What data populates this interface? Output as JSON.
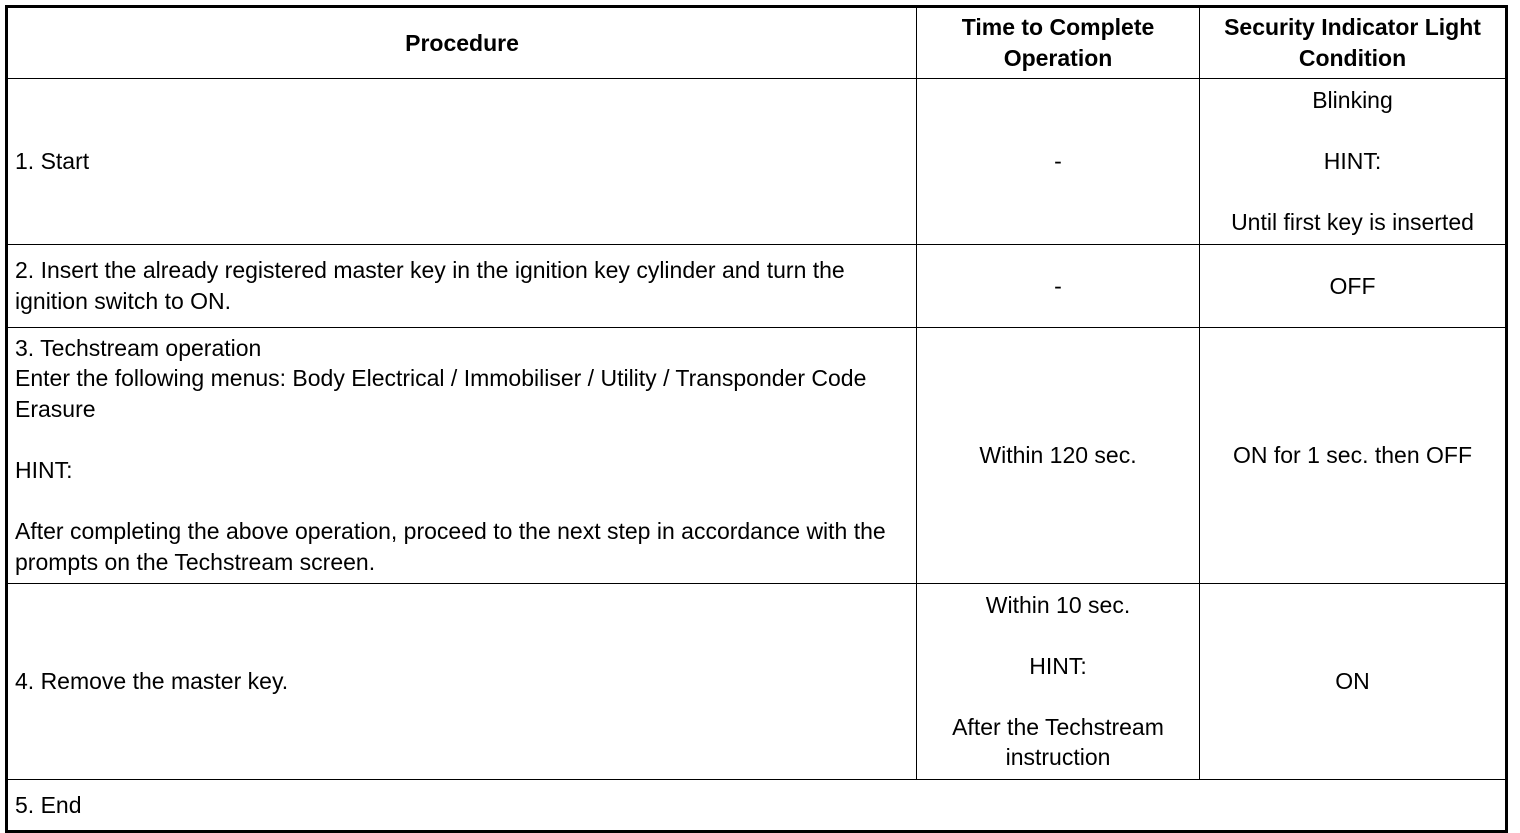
{
  "table": {
    "headers": [
      {
        "label": "Procedure",
        "align": "center"
      },
      {
        "label": "Time to Complete\nOperation",
        "align": "center"
      },
      {
        "label": "Security Indicator Light\nCondition",
        "align": "center"
      }
    ],
    "rows": [
      {
        "id": "step-1",
        "procedure": "1. Start",
        "time_to_complete": "-",
        "security_indicator": "Blinking\n\nHINT:\n\nUntil first key is inserted"
      },
      {
        "id": "step-2",
        "procedure": "2. Insert the already registered master key in the ignition key cylinder and turn the ignition switch to ON.",
        "time_to_complete": "-",
        "security_indicator": "OFF"
      },
      {
        "id": "step-3",
        "procedure": "3. Techstream operation\nEnter the following menus: Body Electrical / Immobiliser / Utility / Transponder Code Erasure\n\nHINT:\n\nAfter completing the above operation, proceed to the next step in accordance with the prompts on the Techstream screen.",
        "time_to_complete": "Within 120 sec.",
        "security_indicator": "ON for 1 sec. then OFF"
      },
      {
        "id": "step-4",
        "procedure": "4. Remove the master key.",
        "time_to_complete": "Within 10 sec.\n\nHINT:\n\nAfter the Techstream instruction",
        "security_indicator": "ON"
      },
      {
        "id": "step-5",
        "procedure": "5. End",
        "time_to_complete": "",
        "security_indicator": "",
        "full_width": true
      }
    ]
  },
  "colors": {
    "border": "#000000",
    "text": "#000000",
    "background": "#ffffff"
  }
}
